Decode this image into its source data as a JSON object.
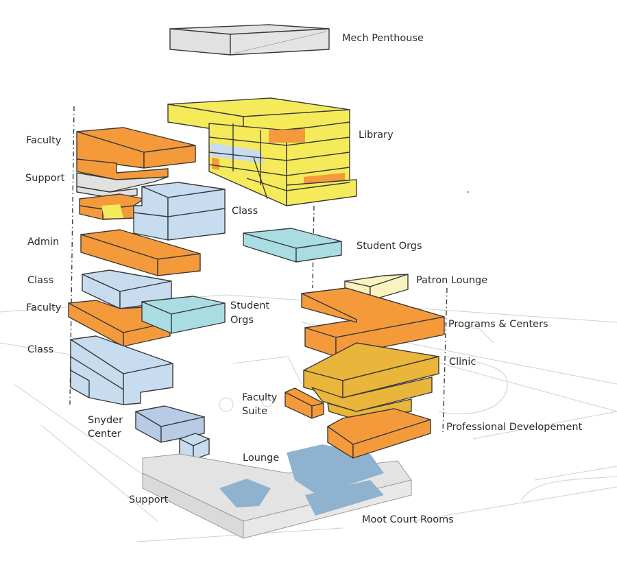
{
  "title": "Stacking diagram — law school program massing",
  "colors": {
    "orange": "#f49a3a",
    "yellow": "#f5ea5a",
    "light_yellow": "#fbf3bf",
    "gold": "#e9b53a",
    "light_blue": "#c7dcef",
    "cyan": "#aadde3",
    "steel_blue": "#8fb3cf",
    "gray": "#e1e1e1",
    "lavender_blue": "#b8cbe6",
    "ink": "#3a3a3a"
  },
  "labels": {
    "mech_penthouse": "Mech Penthouse",
    "library": "Library",
    "faculty_top": "Faculty",
    "support_top": "Support",
    "class_upper": "Class",
    "admin": "Admin",
    "student_orgs_center": "Student Orgs",
    "class_mid": "Class",
    "faculty_mid": "Faculty",
    "student_orgs_left_1": "Student",
    "student_orgs_left_2": "Orgs",
    "class_lower": "Class",
    "patron_lounge": "Patron Lounge",
    "programs_centers": "Programs & Centers",
    "clinic": "Clinic",
    "faculty_suite_1": "Faculty",
    "faculty_suite_2": "Suite",
    "professional_development": "Professional Developement",
    "snyder_center_1": "Snyder",
    "snyder_center_2": "Center",
    "lounge": "Lounge",
    "support_base": "Support",
    "moot_court_rooms": "Moot Court Rooms"
  },
  "legend_programs": [
    {
      "name": "Mech Penthouse",
      "color": "gray"
    },
    {
      "name": "Library",
      "color": "yellow"
    },
    {
      "name": "Faculty",
      "color": "orange"
    },
    {
      "name": "Support",
      "color": "gray"
    },
    {
      "name": "Class",
      "color": "light_blue"
    },
    {
      "name": "Admin",
      "color": "orange"
    },
    {
      "name": "Student Orgs",
      "color": "cyan"
    },
    {
      "name": "Patron Lounge",
      "color": "light_yellow"
    },
    {
      "name": "Programs & Centers",
      "color": "orange"
    },
    {
      "name": "Clinic",
      "color": "gold"
    },
    {
      "name": "Faculty Suite",
      "color": "orange"
    },
    {
      "name": "Professional Developement",
      "color": "orange"
    },
    {
      "name": "Snyder Center",
      "color": "lavender_blue"
    },
    {
      "name": "Lounge",
      "color": "steel_blue"
    },
    {
      "name": "Moot Court Rooms",
      "color": "steel_blue"
    }
  ]
}
